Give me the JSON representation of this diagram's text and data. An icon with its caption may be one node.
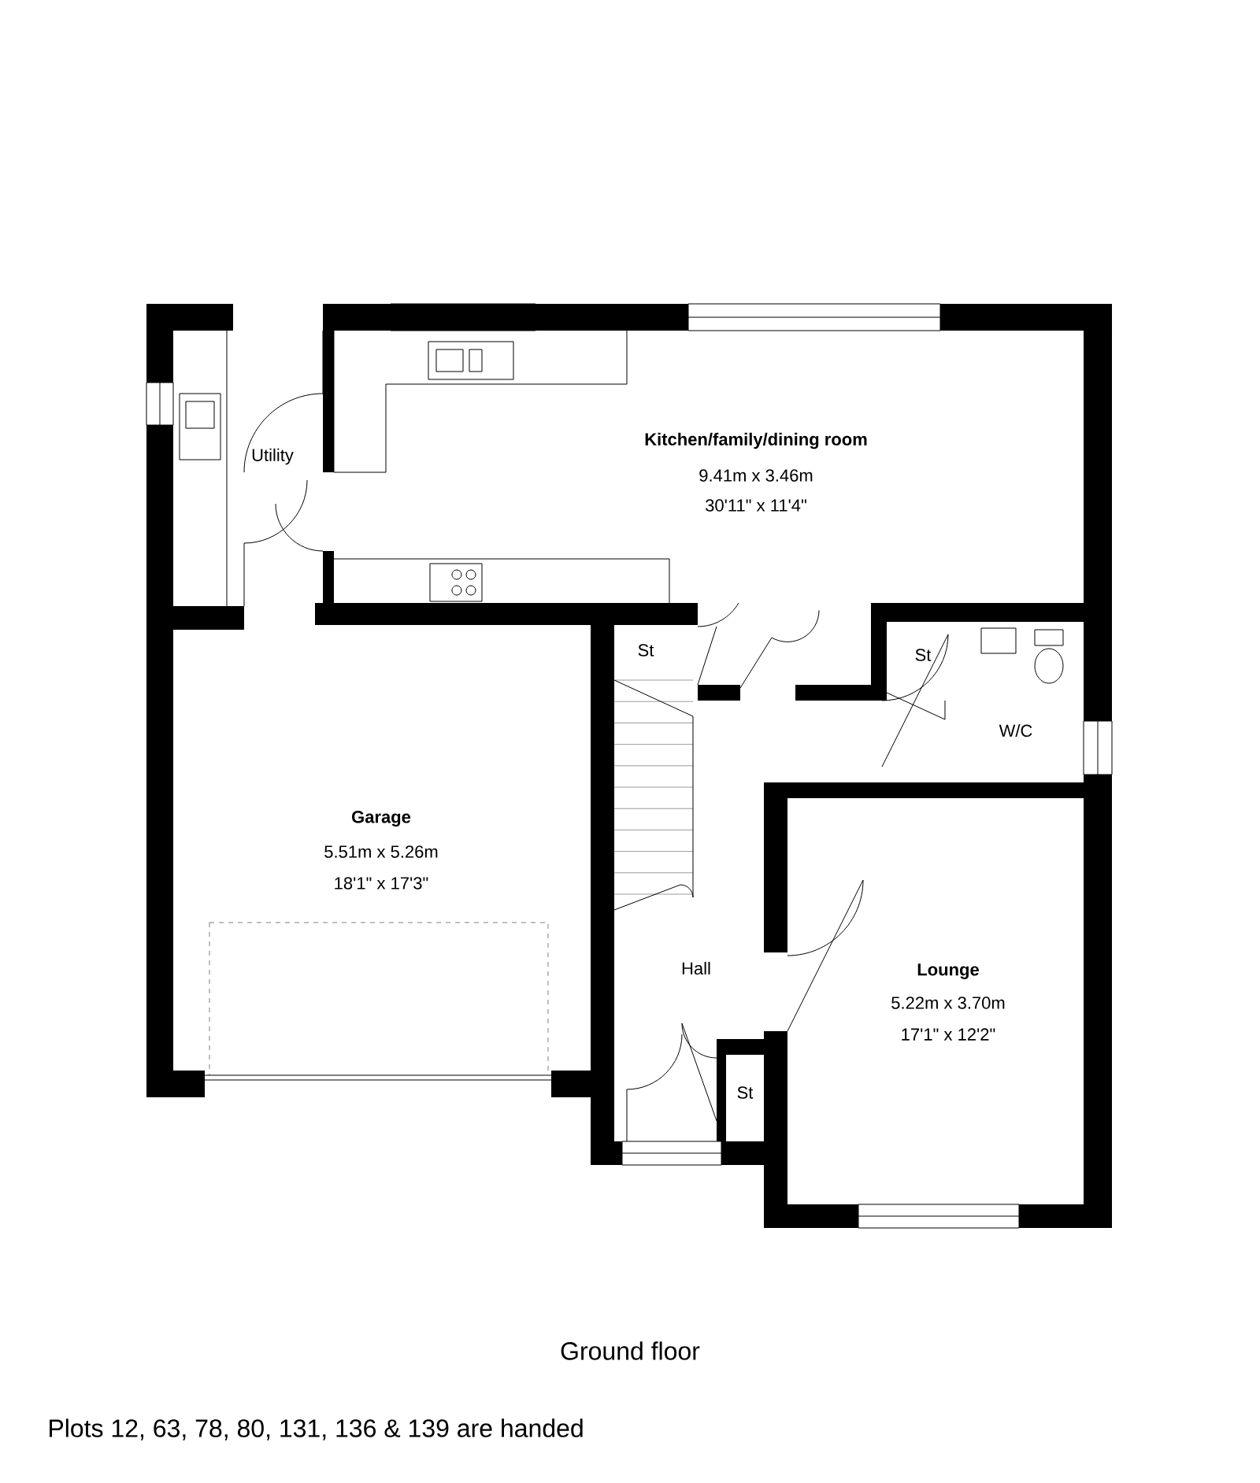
{
  "diagram": {
    "caption": "Ground floor",
    "labels": [
      "Kitchen/family/dining room",
      "9.41m x 3.46m",
      "30'11\" x 11'4\"",
      "Utility",
      "St",
      "St",
      "W/C",
      "Garage",
      "5.51m x 5.26m",
      "18'1\" x 17'3\"",
      "Hall",
      "Lounge",
      "5.22m x 3.70m",
      "17'1\" x 12'2\"",
      "St",
      "Plots 12, 63, 78, 80, 131, 136 & 139 are handed"
    ]
  }
}
